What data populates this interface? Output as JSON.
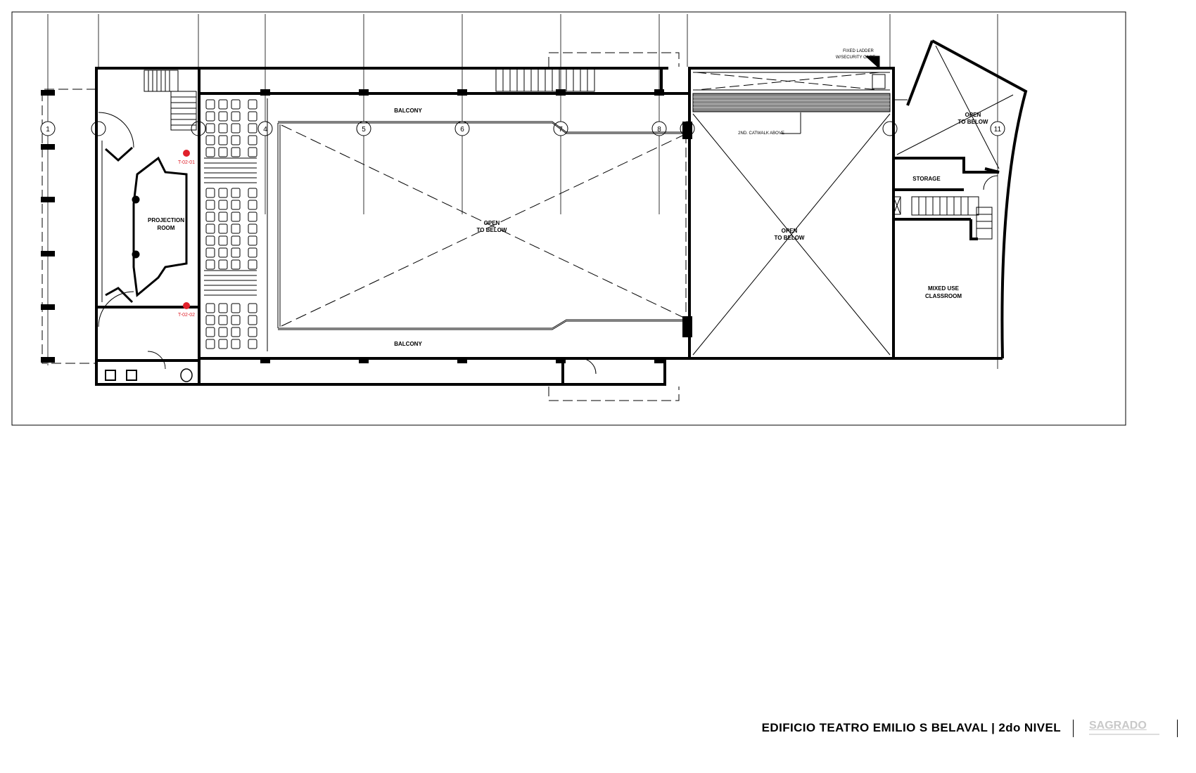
{
  "plan": {
    "rooms": {
      "projection": [
        "PROJECTION",
        "ROOM"
      ],
      "balcony_top": "BALCONY",
      "balcony_bottom": "BALCONY",
      "open_main": [
        "OPEN",
        "TO BELOW"
      ],
      "open_stage": [
        "OPEN",
        "TO BELOW"
      ],
      "open_right": [
        "OPEN",
        "TO BELOW"
      ],
      "storage": "STORAGE",
      "classroom": [
        "MIXED USE",
        "CLASSROOM"
      ]
    },
    "notes": {
      "ladder": [
        "FIXED LADDER",
        "W/SECURITY CAGE"
      ],
      "catwalk": "2ND. CATWALK ABOVE"
    },
    "grid_lines": [
      "1",
      "4",
      "5",
      "6",
      "7",
      "8",
      "11"
    ],
    "tags": [
      "T-02-01",
      "T-02-02"
    ],
    "colors": {
      "tag": "#e0202a",
      "line": "#000000"
    }
  },
  "footer": {
    "title": "EDIFICIO TEATRO EMILIO S BELAVAL | 2do NIVEL",
    "logo": "SAGRADO"
  }
}
